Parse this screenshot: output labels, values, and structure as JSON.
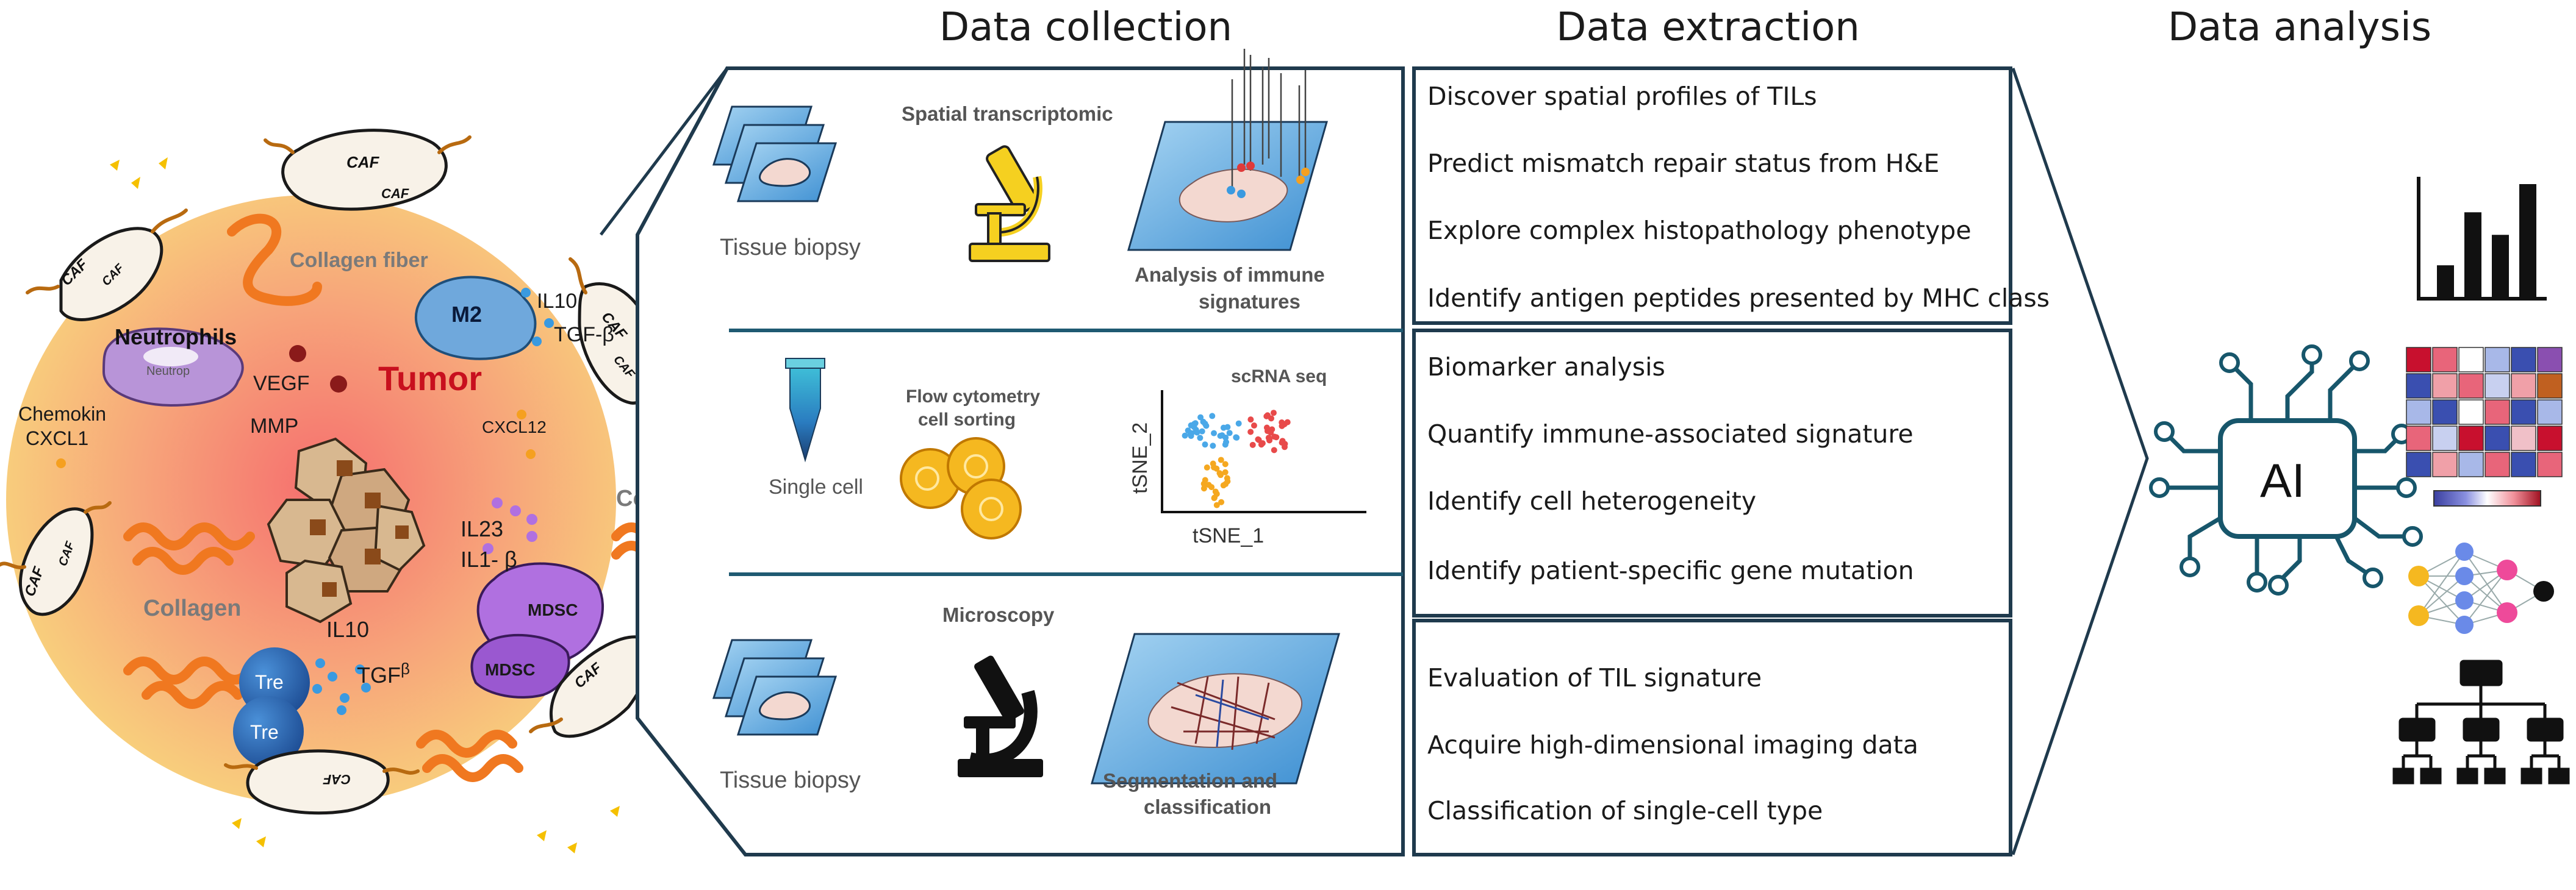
{
  "headers": {
    "collection": "Data collection",
    "extraction": "Data extraction",
    "analysis": "Data analysis"
  },
  "tumor": {
    "center_label": "Tumor",
    "labels": {
      "collagen_fiber": "Collagen fiber",
      "neutrophils": "Neutrophils",
      "neutrophils_inner": "Neutrop",
      "m2": "M2",
      "il10_top": "IL10",
      "tgfb_top": "TGF-β",
      "vegf": "VEGF",
      "mmp": "MMP",
      "chemokin": "Chemokin",
      "cxcl1": "CXCL1",
      "cxcl12": "CXCL12",
      "il23": "IL23",
      "il1b": "IL1- β",
      "collagen_left": "Collagen",
      "collagen_right": "Collagen",
      "il10_bottom": "IL10",
      "tgfb_bottom": "TGF",
      "tgfb_bottom_sup": "β",
      "tre": "Tre",
      "mdsc": "MDSC",
      "caf": "CAF"
    }
  },
  "collection": {
    "row1": {
      "title": "Spatial transcriptomic",
      "left_caption": "Tissue  biopsy",
      "right_caption_1": "Analysis of immune",
      "right_caption_2": "signatures"
    },
    "row2": {
      "left_caption": "Single cell",
      "mid_title_1": "Flow cytometry",
      "mid_title_2": "cell sorting",
      "plot_title": "scRNA seq",
      "x_label": "tSNE_1",
      "y_label": "tSNE_2"
    },
    "row3": {
      "title": "Microscopy",
      "left_caption": "Tissue  biopsy",
      "right_caption_1": "Segmentation and",
      "right_caption_2": "classification"
    }
  },
  "extraction": {
    "group1": [
      "Discover spatial profiles of TILs",
      "Predict mismatch repair status from H&E",
      "Explore complex histopathology phenotype",
      "Identify antigen peptides presented by MHC class"
    ],
    "group2": [
      "Biomarker analysis",
      "Quantify immune-associated signature",
      "Identify cell heterogeneity",
      "Identify patient-specific gene mutation"
    ],
    "group3": [
      "Evaluation of TIL signature",
      "Acquire high-dimensional imaging data",
      "Classification of single-cell type"
    ]
  },
  "analysis": {
    "ai_label": "AI",
    "icons": [
      "bar-chart-icon",
      "heatmap-icon",
      "neural-network-icon",
      "hierarchy-tree-icon"
    ],
    "bar_chart": [
      0.28,
      0.75,
      0.55,
      1.0
    ],
    "heatmap_colors": [
      [
        "#c8102e",
        "#e8657a",
        "#ffffff",
        "#a8b8e8",
        "#3a4fb0",
        "#8a4fb0"
      ],
      [
        "#3a4fb0",
        "#f0a0a8",
        "#e8657a",
        "#c8d0f0",
        "#f0a0a8",
        "#c06020"
      ],
      [
        "#a8b8e8",
        "#3a4fb0",
        "#ffffff",
        "#e8657a",
        "#3a4fb0",
        "#a8b8e8"
      ],
      [
        "#e8657a",
        "#c8d0f0",
        "#c8102e",
        "#3a4fb0",
        "#f0c0c8",
        "#c8102e"
      ],
      [
        "#3a4fb0",
        "#f0a0a8",
        "#a8b8e8",
        "#e8657a",
        "#3a4fb0",
        "#e8657a"
      ]
    ],
    "colorbar": [
      "#3a3fa0",
      "#6a6fd0",
      "#a8b0f0",
      "#ffffff",
      "#f0a0a8",
      "#d04050",
      "#a01020"
    ]
  },
  "colors": {
    "border": "#1f3a4d",
    "tumor_fill_center": "#f68a7a",
    "tumor_fill_edge": "#f7cf7a",
    "collagen": "#f07820",
    "orange_cell": "#f5b820",
    "blue_dot": "#3a9ae0",
    "red_dot": "#e03a3a",
    "purple": "#b070e0",
    "tre_blue": "#2d6fb8",
    "circuit": "#17566b"
  }
}
